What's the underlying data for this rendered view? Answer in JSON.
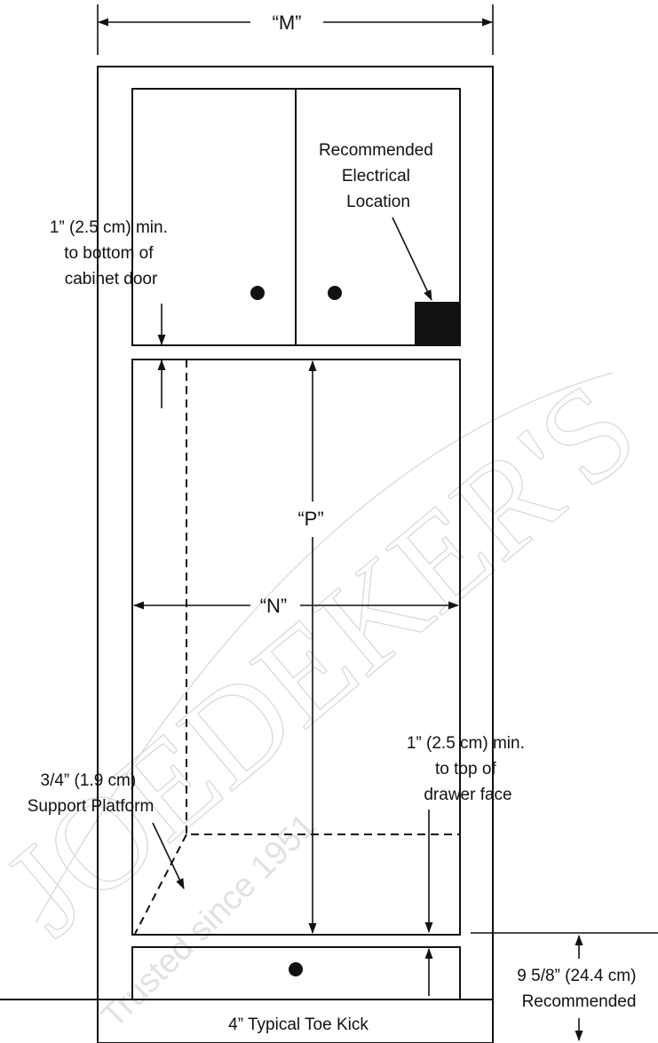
{
  "dimensions": {
    "m": "“M”",
    "n": "“N”",
    "p": "“P”"
  },
  "labels": {
    "electrical": [
      "Recommended",
      "Electrical",
      "Location"
    ],
    "door_clearance": [
      "1” (2.5 cm) min.",
      "to bottom of",
      "cabinet door"
    ],
    "drawer_clearance": [
      "1” (2.5 cm) min.",
      "to top of",
      "drawer face"
    ],
    "support_platform": [
      "3/4” (1.9 cm)",
      "Support Platform"
    ],
    "toe_kick": "4” Typical Toe Kick",
    "recommended_height": [
      "9 5/8” (24.4 cm)",
      "Recommended"
    ]
  },
  "watermark": {
    "brand": "JOEDEKER'S",
    "tagline": "Trusted since 1951"
  },
  "colors": {
    "line": "#111111",
    "watermark": "#d9d9d9"
  }
}
